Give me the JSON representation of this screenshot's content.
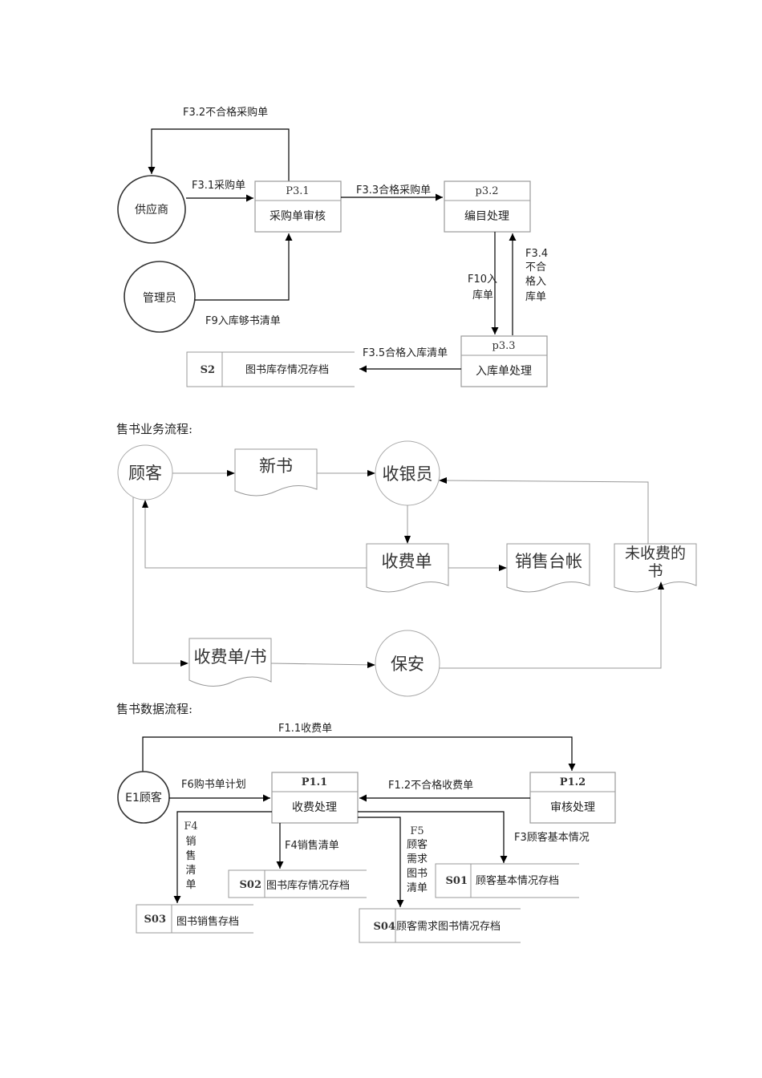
{
  "purchase_diagram": {
    "entities": {
      "supplier": "供应商",
      "admin": "管理员"
    },
    "processes": [
      {
        "id": "P3.1",
        "name": "采购单审核"
      },
      {
        "id": "p3.2",
        "name": "编目处理"
      },
      {
        "id": "p3.3",
        "name": "入库单处理"
      }
    ],
    "store": {
      "id": "S2",
      "name": "图书库存情况存档"
    },
    "flows": {
      "f32": "F3.2不合格采购单",
      "f31": "F3.1采购单",
      "f33": "F3.3合格采购单",
      "f9": "F9入库够书清单",
      "f10_l1": "F10入",
      "f10_l2": "库单",
      "f34_l1": "F3.4",
      "f34_l2": "不合",
      "f34_l3": "格入",
      "f34_l4": "库单",
      "f35": "F3.5合格入库清单"
    }
  },
  "sales_business": {
    "heading": "售书业务流程:",
    "customer": "顾客",
    "new_book": "新书",
    "cashier": "收银员",
    "receipt": "收费单",
    "ledger": "销售台帐",
    "unpaid_l1": "未收费的",
    "unpaid_l2": "书",
    "receipt_book": "收费单/书",
    "guard": "保安"
  },
  "sales_data": {
    "heading": "售书数据流程:",
    "entity": "E1顾客",
    "processes": [
      {
        "id": "P1.1",
        "name": "收费处理"
      },
      {
        "id": "P1.2",
        "name": "审核处理"
      }
    ],
    "stores": [
      {
        "id": "S01",
        "name": "顾客基本情况存档"
      },
      {
        "id": "S02",
        "name": "图书库存情况存档"
      },
      {
        "id": "S03",
        "name": "图书销售存档"
      },
      {
        "id": "S04",
        "name": "顾客需求图书情况存档"
      }
    ],
    "flows": {
      "f11": "F1.1收费单",
      "f6": "F6购书单计划",
      "f12": "F1.2不合格收费单",
      "f3": "F3顾客基本情况",
      "f4_right": "F4销售清单",
      "f4_v": [
        "F4",
        "销",
        "售",
        "清",
        "单"
      ],
      "f5_v": [
        "F5",
        "顾客",
        "需求",
        "图书",
        "清单"
      ]
    }
  }
}
